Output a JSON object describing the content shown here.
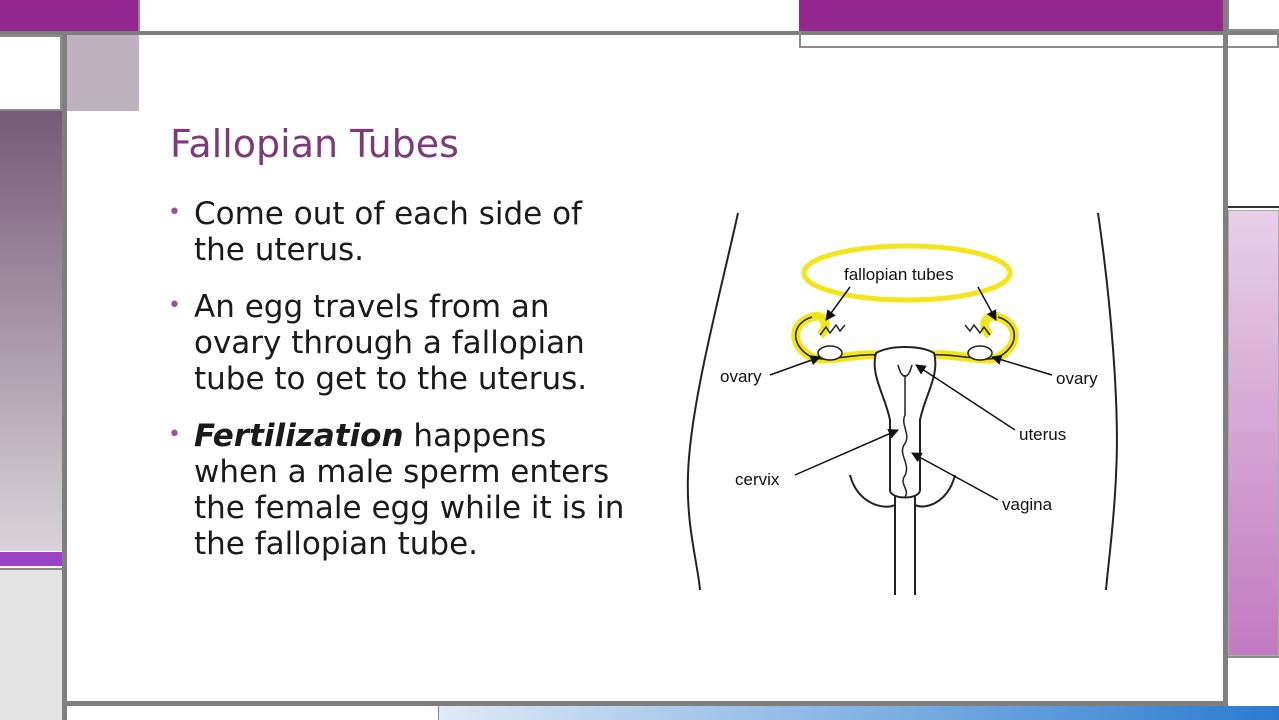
{
  "slide": {
    "title": "Fallopian Tubes",
    "bullets": [
      {
        "lead": "",
        "text": "Come out of each side of the uterus."
      },
      {
        "lead": "",
        "text": "An egg travels from an ovary through a fallopian tube to get to the uterus."
      },
      {
        "lead": "Fertilization",
        "text": " happens when a male sperm enters the female egg while it is in the fallopian tube."
      }
    ]
  },
  "diagram": {
    "labels": {
      "fallopian_tubes": "fallopian tubes",
      "ovary_left": "ovary",
      "ovary_right": "ovary",
      "uterus": "uterus",
      "cervix": "cervix",
      "vagina": "vagina"
    },
    "highlight_color": "#f3e51b"
  },
  "colors": {
    "accent_purple": "#93278f",
    "title_purple": "#7a3b78",
    "frame_gray": "#7f7f7f"
  }
}
